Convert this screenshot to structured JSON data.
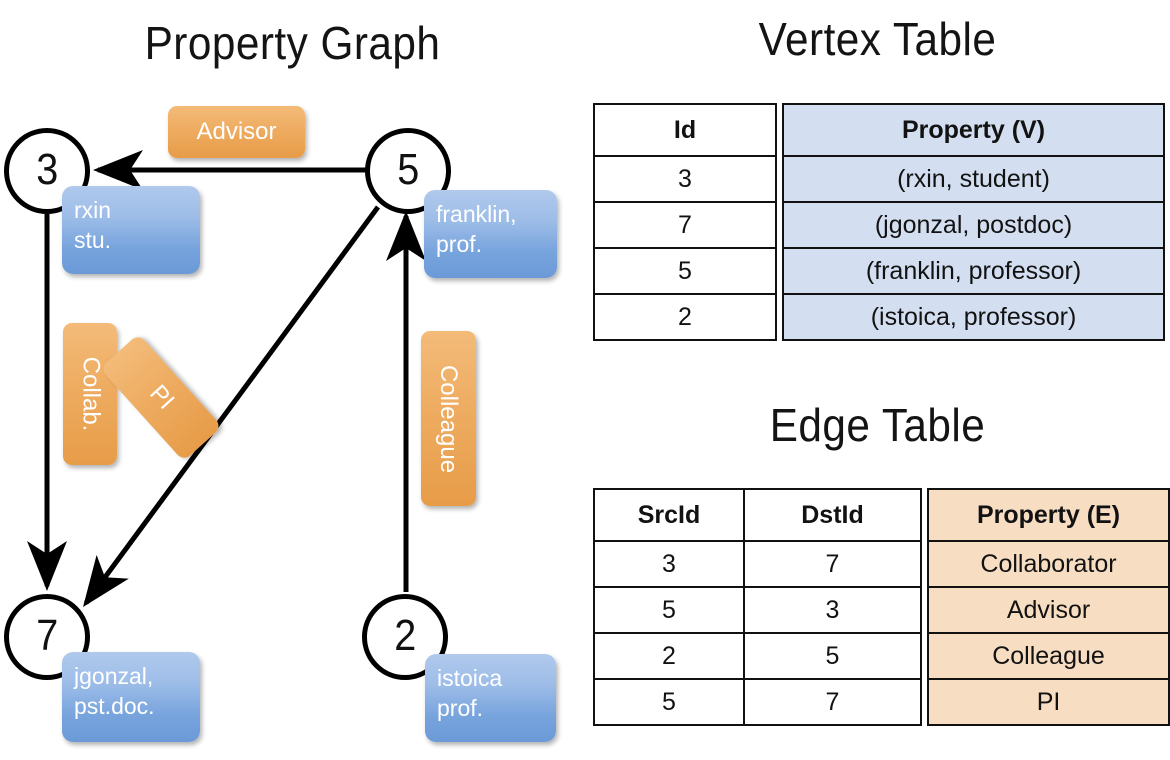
{
  "panels": {
    "property_graph_title": "Property Graph",
    "vertex_table_title": "Vertex Table",
    "edge_table_title": "Edge Table"
  },
  "colors": {
    "vertex_property_fill": "#d3dff1",
    "edge_property_fill": "#f7ddc2",
    "node_box_blue_top": "#b0c9ec",
    "node_box_blue_bottom": "#6b9ad8",
    "edge_label_orange_top": "#f3bb79",
    "edge_label_orange_bottom": "#e79c48",
    "stroke": "#000000"
  },
  "graph": {
    "nodes": [
      {
        "id": "3",
        "label": "3",
        "property_lines": [
          "rxin",
          "stu."
        ]
      },
      {
        "id": "5",
        "label": "5",
        "property_lines": [
          "franklin,",
          "prof."
        ]
      },
      {
        "id": "7",
        "label": "7",
        "property_lines": [
          "jgonzal,",
          "pst.doc."
        ]
      },
      {
        "id": "2",
        "label": "2",
        "property_lines": [
          "istoica",
          "prof."
        ]
      }
    ],
    "edges": [
      {
        "src": "5",
        "dst": "3",
        "label": "Advisor"
      },
      {
        "src": "3",
        "dst": "7",
        "label": "Collab."
      },
      {
        "src": "5",
        "dst": "7",
        "label": "PI"
      },
      {
        "src": "2",
        "dst": "5",
        "label": "Colleague"
      }
    ]
  },
  "vertex_table": {
    "headers": [
      "Id",
      "Property (V)"
    ],
    "rows": [
      {
        "id": "3",
        "property": "(rxin, student)"
      },
      {
        "id": "7",
        "property": "(jgonzal, postdoc)"
      },
      {
        "id": "5",
        "property": "(franklin, professor)"
      },
      {
        "id": "2",
        "property": "(istoica, professor)"
      }
    ]
  },
  "edge_table": {
    "headers": [
      "SrcId",
      "DstId",
      "Property (E)"
    ],
    "rows": [
      {
        "src": "3",
        "dst": "7",
        "property": "Collaborator"
      },
      {
        "src": "5",
        "dst": "3",
        "property": "Advisor"
      },
      {
        "src": "2",
        "dst": "5",
        "property": "Colleague"
      },
      {
        "src": "5",
        "dst": "7",
        "property": "PI"
      }
    ]
  }
}
